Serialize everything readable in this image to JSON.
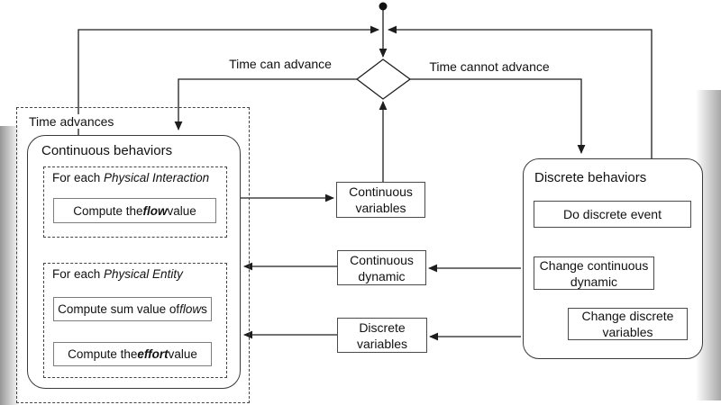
{
  "labels": {
    "time_advances": "Time advances",
    "time_can_advance": "Time can advance",
    "time_cannot_advance": "Time cannot advance"
  },
  "continuous_behaviors": {
    "title": "Continuous behaviors",
    "interaction_loop": {
      "prefix": "For each ",
      "em": "Physical Interaction"
    },
    "flow_step": {
      "pre": "Compute the ",
      "strong": "flow",
      "post": " value"
    },
    "entity_loop": {
      "prefix": "For each ",
      "em": "Physical Entity"
    },
    "sum_step": {
      "pre": "Compute sum value of ",
      "em": "flow",
      "post": "s"
    },
    "effort_step": {
      "pre": "Compute the ",
      "strong": "effort",
      "post": " value"
    }
  },
  "shared_state": {
    "continuous_variables": {
      "line1": "Continuous",
      "line2": "variables"
    },
    "continuous_dynamic": {
      "line1": "Continuous",
      "line2": "dynamic"
    },
    "discrete_variables": {
      "line1": "Discrete",
      "line2": "variables"
    }
  },
  "discrete_behaviors": {
    "title": "Discrete behaviors",
    "do_event": "Do discrete event",
    "change_dynamic": {
      "line1": "Change continuous",
      "line2": "dynamic"
    },
    "change_variables": {
      "line1": "Change discrete",
      "line2": "variables"
    }
  },
  "colors": {
    "line": "#1d1d1d",
    "outer_border": "#3a3a3a",
    "step_border": "#7d7d7d",
    "background": "#ffffff",
    "edge_shading": "#8c8c8c"
  }
}
